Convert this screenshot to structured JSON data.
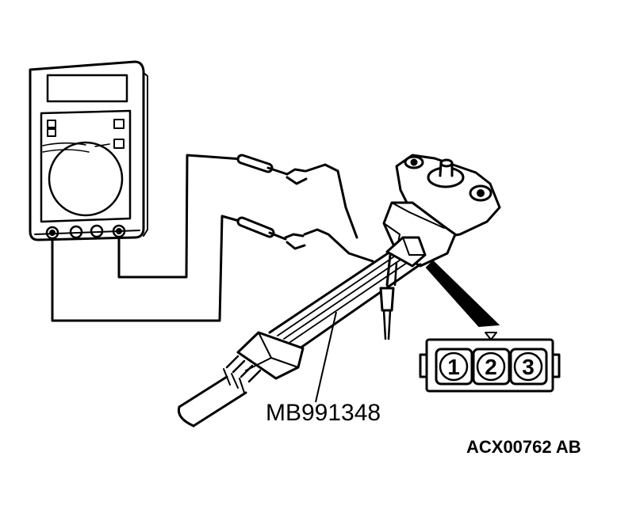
{
  "labels": {
    "tool_part_number": "MB991348",
    "figure_code": "ACX00762 AB"
  },
  "connector": {
    "pins": [
      "1",
      "2",
      "3"
    ]
  },
  "colors": {
    "ink": "#000000",
    "background": "#ffffff"
  }
}
